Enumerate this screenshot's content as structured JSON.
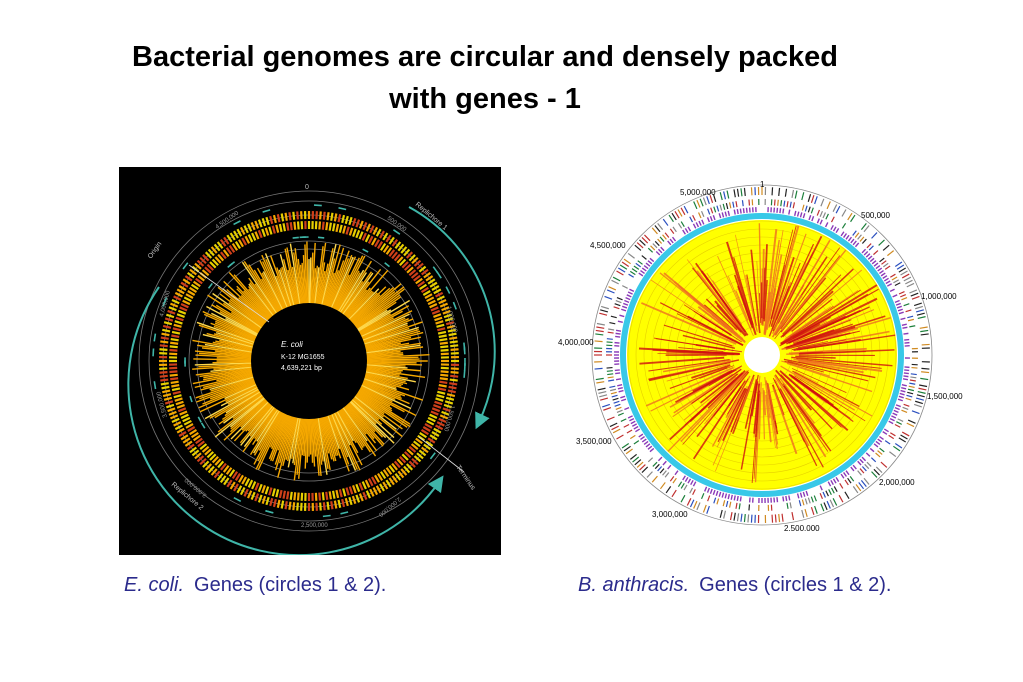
{
  "title": {
    "line1": "Bacterial genomes are circular and densely packed",
    "line2": "with genes - 1"
  },
  "ecoli_map": {
    "center_lines": [
      "E. coli",
      "K-12  MG1655",
      "4,639,221 bp"
    ],
    "ring_labels": [
      "0",
      "Origin",
      "Replichore 1",
      "Terminus",
      "Replichore 2",
      "500,000",
      "1,000,000",
      "1,500,000",
      "2,000,000",
      "2,500,000",
      "3,000,000",
      "3,500,000",
      "4,000,000",
      "4,500,000"
    ],
    "colors": {
      "background": "#000000",
      "genes": "#f5a800",
      "accent": "#e8d000",
      "arc": "#3fb5a8"
    }
  },
  "banthracis_map": {
    "scale_labels": [
      "1",
      "500,000",
      "1,000,000",
      "1,500,000",
      "2,000,000",
      "2.500.000",
      "3,000,000",
      "3,500,000",
      "4,000,000",
      "4,500,000",
      "5,000,000"
    ],
    "colors": {
      "fill": "#ffff00",
      "red": "#d01010",
      "cyan": "#38c8e8",
      "purple": "#8a3ab8"
    }
  },
  "captions": {
    "left": {
      "species": "E. coli.",
      "text": "Genes (circles 1 & 2)."
    },
    "right": {
      "species": "B. anthracis.",
      "text": "Genes (circles 1 & 2)."
    }
  }
}
